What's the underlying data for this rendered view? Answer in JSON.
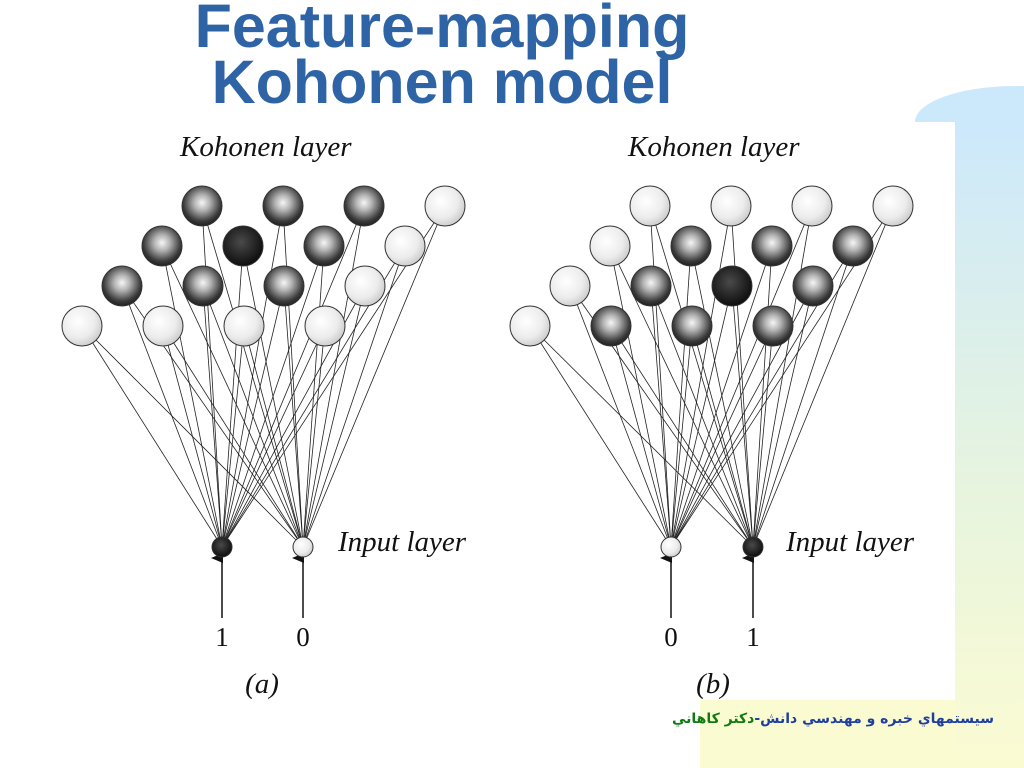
{
  "title": {
    "line1": "Feature-mapping",
    "line2": "Kohonen model"
  },
  "panels": [
    {
      "kohonen_label": "Kohonen layer",
      "input_label": "Input layer",
      "caption": "(a)",
      "inputs": [
        "1",
        "0"
      ],
      "input_states": [
        "active",
        "inactive"
      ],
      "nodes": [
        [
          "dark",
          "dark",
          "dark",
          "light"
        ],
        [
          "dark",
          "black",
          "dark",
          "light"
        ],
        [
          "dark",
          "dark",
          "dark",
          "light"
        ],
        [
          "light",
          "light",
          "light",
          "light"
        ]
      ]
    },
    {
      "kohonen_label": "Kohonen layer",
      "input_label": "Input layer",
      "caption": "(b)",
      "inputs": [
        "0",
        "1"
      ],
      "input_states": [
        "inactive",
        "active"
      ],
      "nodes": [
        [
          "light",
          "light",
          "light",
          "light"
        ],
        [
          "light",
          "dark",
          "dark",
          "dark"
        ],
        [
          "light",
          "dark",
          "black",
          "dark"
        ],
        [
          "light",
          "dark",
          "dark",
          "dark"
        ]
      ]
    }
  ],
  "footer": {
    "text_part1": "سيستمهاي خبره و مهندسي دانش-",
    "text_part2": "دکتر کاهاني"
  },
  "colors": {
    "title": "#2e64a5",
    "footer_blue": "#1f3f9e",
    "footer_green": "#0f7a0f"
  }
}
